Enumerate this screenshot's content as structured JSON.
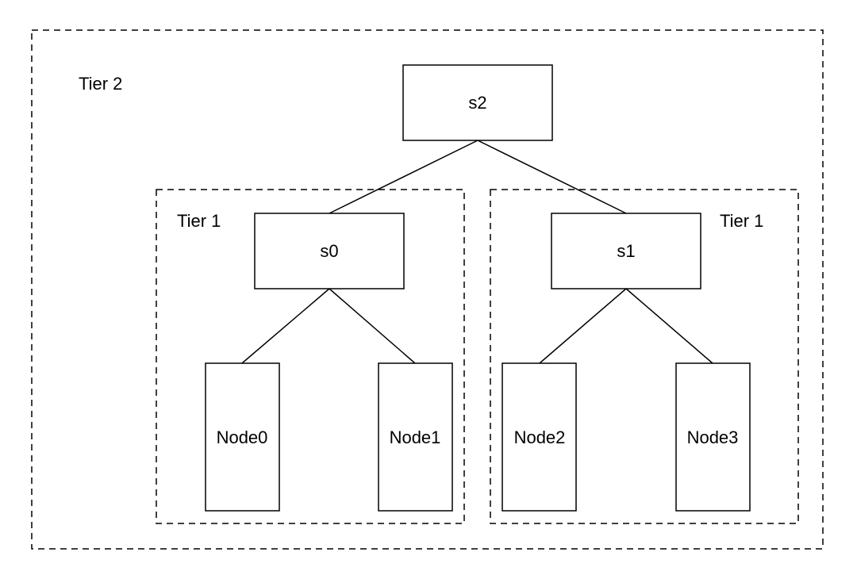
{
  "diagram": {
    "groups": [
      {
        "id": "tier2",
        "label": "Tier 2"
      },
      {
        "id": "tier1-left",
        "label": "Tier 1"
      },
      {
        "id": "tier1-right",
        "label": "Tier 1"
      }
    ],
    "nodes": [
      {
        "id": "s2",
        "label": "s2"
      },
      {
        "id": "s0",
        "label": "s0"
      },
      {
        "id": "s1",
        "label": "s1"
      },
      {
        "id": "node0",
        "label": "Node0"
      },
      {
        "id": "node1",
        "label": "Node1"
      },
      {
        "id": "node2",
        "label": "Node2"
      },
      {
        "id": "node3",
        "label": "Node3"
      }
    ],
    "edges": [
      {
        "from": "s2",
        "to": "s0"
      },
      {
        "from": "s2",
        "to": "s1"
      },
      {
        "from": "s0",
        "to": "node0"
      },
      {
        "from": "s0",
        "to": "node1"
      },
      {
        "from": "s1",
        "to": "node2"
      },
      {
        "from": "s1",
        "to": "node3"
      }
    ],
    "colors": {
      "stroke": "#000000",
      "fill": "#ffffff",
      "text": "#000000"
    }
  }
}
